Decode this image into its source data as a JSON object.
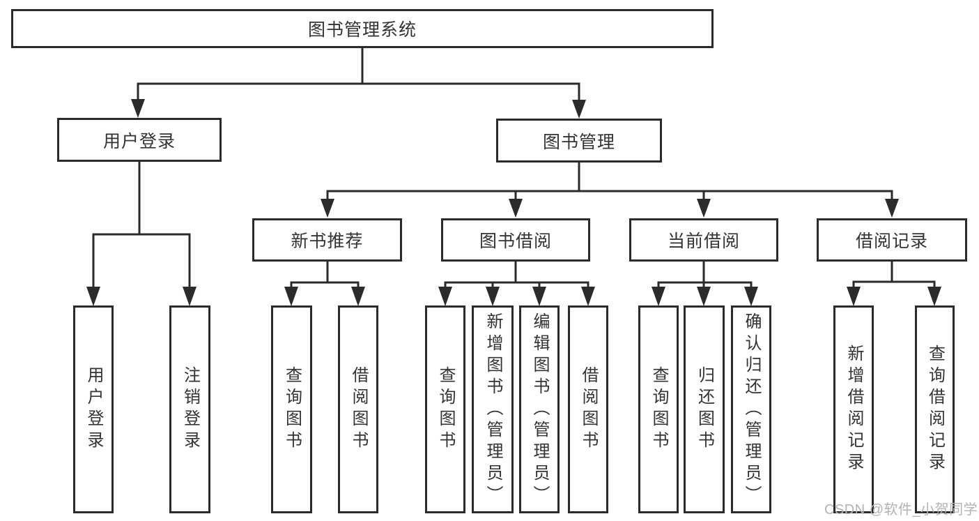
{
  "diagram": {
    "title": "图书管理系统",
    "root": {
      "label": "图书管理系统"
    },
    "level2": [
      {
        "label": "用户登录"
      },
      {
        "label": "图书管理"
      }
    ],
    "level3": [
      {
        "label": "新书推荐"
      },
      {
        "label": "图书借阅"
      },
      {
        "label": "当前借阅"
      },
      {
        "label": "借阅记录"
      }
    ],
    "leaves": [
      {
        "label": "用户登录",
        "parent": "用户登录"
      },
      {
        "label": "注销登录",
        "parent": "用户登录"
      },
      {
        "label": "查询图书",
        "parent": "新书推荐"
      },
      {
        "label": "借阅图书",
        "parent": "新书推荐"
      },
      {
        "label": "查询图书",
        "parent": "图书借阅"
      },
      {
        "label": "新增图书（管理员）",
        "parent": "图书借阅"
      },
      {
        "label": "编辑图书（管理员）",
        "parent": "图书借阅"
      },
      {
        "label": "借阅图书",
        "parent": "图书借阅"
      },
      {
        "label": "查询图书",
        "parent": "当前借阅"
      },
      {
        "label": "归还图书",
        "parent": "当前借阅"
      },
      {
        "label": "确认归还（管理员）",
        "parent": "当前借阅"
      },
      {
        "label": "新增借阅记录",
        "parent": "借阅记录"
      },
      {
        "label": "查询借阅记录",
        "parent": "借阅记录"
      }
    ],
    "watermark": "CSDN @软件_小贺同学",
    "colors": {
      "line": "#2b2b2b",
      "text": "#333333",
      "background": "#ffffff",
      "watermark": "#b3b3b3"
    }
  }
}
